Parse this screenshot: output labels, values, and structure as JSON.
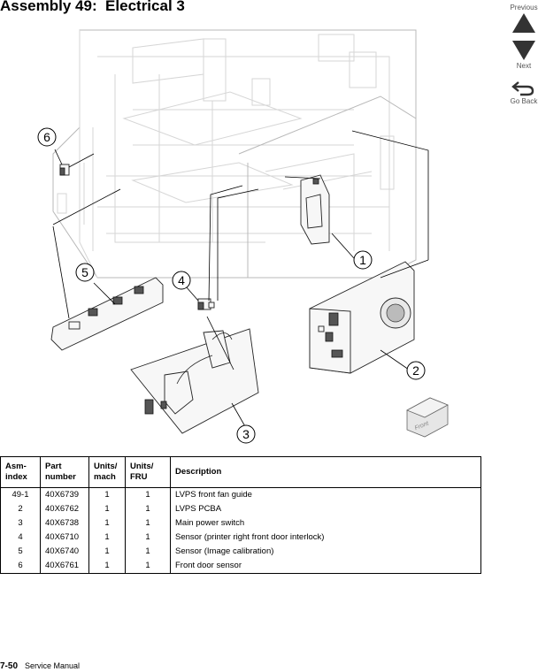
{
  "title": "Assembly 49:  Electrical 3",
  "nav": {
    "previous": "Previous",
    "next": "Next",
    "go_back": "Go Back"
  },
  "diagram": {
    "callouts": [
      "1",
      "2",
      "3",
      "4",
      "5",
      "6"
    ],
    "front_label": "Front"
  },
  "table": {
    "headers": {
      "asm_index": [
        "Asm-",
        "index"
      ],
      "part_number": [
        "Part",
        "number"
      ],
      "units_mach": [
        "Units/",
        "mach"
      ],
      "units_fru": [
        "Units/",
        "FRU"
      ],
      "description": "Description"
    },
    "rows": [
      {
        "asm_index": "49-1",
        "part_number": "40X6739",
        "units_mach": "1",
        "units_fru": "1",
        "description": "LVPS front fan guide"
      },
      {
        "asm_index": "2",
        "part_number": "40X6762",
        "units_mach": "1",
        "units_fru": "1",
        "description": "LVPS PCBA"
      },
      {
        "asm_index": "3",
        "part_number": "40X6738",
        "units_mach": "1",
        "units_fru": "1",
        "description": "Main power switch"
      },
      {
        "asm_index": "4",
        "part_number": "40X6710",
        "units_mach": "1",
        "units_fru": "1",
        "description": "Sensor (printer right front door interlock)"
      },
      {
        "asm_index": "5",
        "part_number": "40X6740",
        "units_mach": "1",
        "units_fru": "1",
        "description": "Sensor (Image calibration)"
      },
      {
        "asm_index": "6",
        "part_number": "40X6761",
        "units_mach": "1",
        "units_fru": "1",
        "description": "Front door sensor"
      }
    ]
  },
  "footer": {
    "page_number": "7-50",
    "manual": "Service Manual"
  }
}
